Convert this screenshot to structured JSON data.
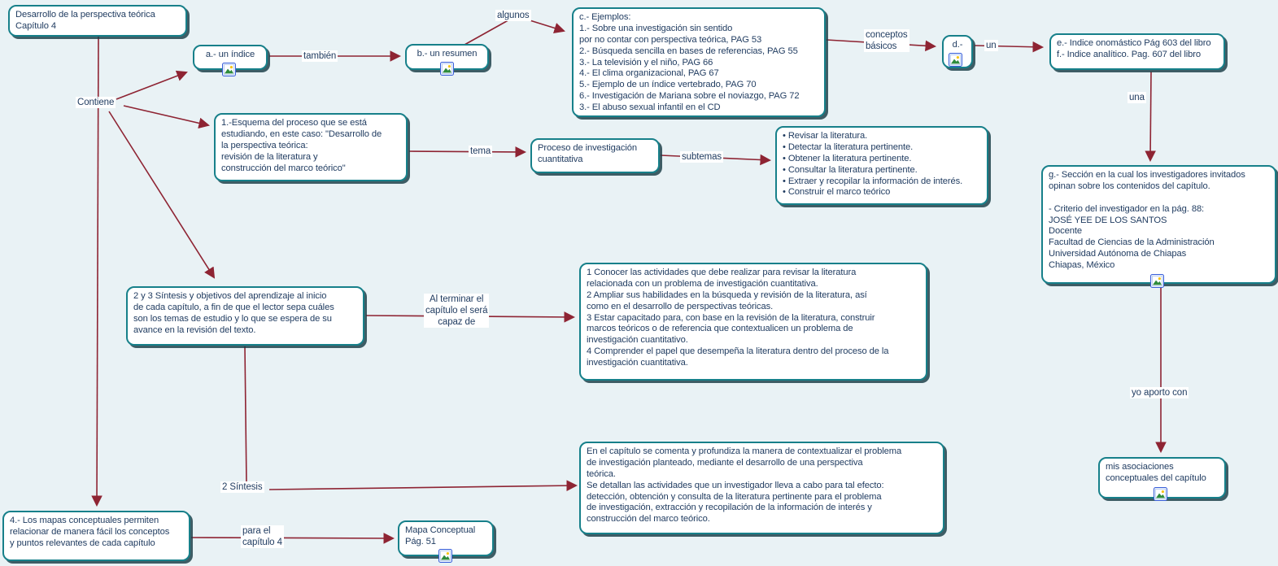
{
  "canvas": {
    "background_color": "#e9f2f5",
    "connector_color": "#8e2433",
    "node_border_color": "#17808a",
    "node_text_color": "#1e3a5f"
  },
  "icons": {
    "resource": "picture-icon"
  },
  "nodes": {
    "title": {
      "text": "Desarrollo de la perspectiva teórica\nCapítulo 4"
    },
    "indice": {
      "text": "a.- un índice"
    },
    "resumen": {
      "text": "b.- un resumen"
    },
    "ejemplos": {
      "text": "c.- Ejemplos:\n1.- Sobre una investigación sin sentido\npor no contar con perspectiva teórica, PAG 53\n2.- Búsqueda sencilla en bases de referencias, PAG 55\n3.- La televisión y el niño, PAG 66\n4.- El clima organizacional, PAG 67\n5.- Ejemplo de un índice vertebrado, PAG 70\n6.- Investigación de Mariana sobre el noviazgo, PAG 72\n3.- El abuso sexual infantil en el CD"
    },
    "d": {
      "text": "d.-"
    },
    "indices_ef": {
      "text": "e.- Indice onomástico Pág 603 del libro\nf.- Indice analítico. Pag. 607 del libro"
    },
    "seccion_g": {
      "text": "g.- Sección en la cual los investigadores invitados\nopinan sobre los contenidos del capítulo.\n\n- Criterio del investigador en la pág. 88:\nJOSÉ YEE DE LOS SANTOS\nDocente\nFacultad de Ciencias de la Administración\nUniversidad Autónoma de Chiapas\nChiapas, México"
    },
    "mis_asociaciones": {
      "text": "mis asociaciones\nconceptuales del capítulo"
    },
    "esquema": {
      "text": "1.-Esquema del proceso que se está\nestudiando, en este caso: \"Desarrollo de\nla perspectiva teórica:\nrevisión de la literatura y\nconstrucción del marco teórico\""
    },
    "proceso": {
      "text": "Proceso de investigación\ncuantitativa"
    },
    "subtemas_lista": {
      "text": "• Revisar la literatura.\n• Detectar la literatura pertinente.\n• Obtener la literatura pertinente.\n• Consultar la literatura pertinente.\n• Extraer y recopilar la información de interés.\n• Construir el marco teórico"
    },
    "sintesis_objetivos": {
      "text": "2 y 3  Síntesis y objetivos del aprendizaje al inicio\nde cada capítulo, a fin de que el lector sepa cuáles\nson los temas de estudio y lo que se espera de su\navance en la revisión del texto."
    },
    "objetivos_capacidades": {
      "text": "1 Conocer las actividades que debe realizar para revisar la literatura\nrelacionada con un problema de investigación cuantitativa.\n2 Ampliar sus habilidades en la búsqueda y revisión de la literatura, así\ncomo en el desarrollo de perspectivas teóricas.\n3 Estar capacitado para, con base en la revisión de la literatura, construir\nmarcos teóricos o de referencia que contextualicen un problema de\ninvestigación cuantitativo.\n4 Comprender el papel que desempeña la literatura dentro del proceso de la\ninvestigación cuantitativa."
    },
    "resumen_capitulo": {
      "text": "En el capítulo se comenta y profundiza la manera de contextualizar el problema\nde investigación planteado, mediante el desarrollo de una perspectiva\nteórica.\nSe detallan las actividades que un investigador lleva a cabo para tal efecto:\ndetección, obtención y consulta de la literatura pertinente para el problema\nde investigación, extracción y recopilación de la información de interés y\nconstrucción del marco teórico."
    },
    "mapas_conceptuales": {
      "text": "4.- Los mapas conceptuales permiten\nrelacionar de manera fácil los conceptos\ny puntos relevantes de cada capítulo"
    },
    "mapa_conceptual_51": {
      "text": "Mapa Conceptual\nPág. 51"
    }
  },
  "labels": {
    "contiene": "Contiene",
    "tambien": "también",
    "algunos": "algunos",
    "conceptos_basicos": "conceptos\nbásicos",
    "un": "un",
    "una": "una",
    "tema": "tema",
    "subtemas": "subtemas",
    "al_terminar": "Al terminar el\ncapítulo el será\ncapaz de",
    "dos_sintesis": "2 Síntesis",
    "para_el_capitulo": "para el\ncapítulo 4",
    "yo_aporto_con": "yo aporto con"
  }
}
